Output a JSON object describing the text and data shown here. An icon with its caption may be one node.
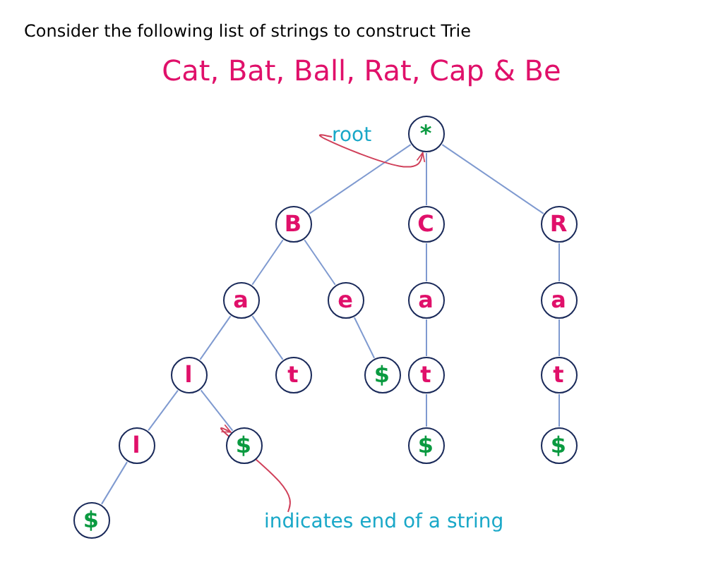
{
  "diagram": {
    "title": "Consider the following list of strings to construct Trie",
    "nodes": [
      {
        "text": [
          "*"
        ]
      },
      {
        "text": [
          "B"
        ]
      },
      {
        "text": [
          "C"
        ]
      },
      {
        "text": [
          "R"
        ]
      },
      {
        "text": [
          "a"
        ]
      },
      {
        "text": [
          "e"
        ]
      },
      {
        "text": [
          "a"
        ]
      },
      {
        "text": [
          "a"
        ]
      },
      {
        "text": [
          "l"
        ]
      },
      {
        "text": [
          "t"
        ]
      },
      {
        "text": [
          "$"
        ]
      },
      {
        "text": [
          "t"
        ]
      },
      {
        "text": [
          "t"
        ]
      },
      {
        "text": [
          "l"
        ]
      },
      {
        "text": [
          "$"
        ]
      },
      {
        "text": [
          "$"
        ]
      },
      {
        "text": [
          "$"
        ]
      },
      {
        "text": [
          "$"
        ]
      },
      {
        "text": [
          "root"
        ]
      },
      {
        "text": [
          "indicates end of a string"
        ]
      }
    ],
    "edges": [
      {
        "from": 0,
        "to": 1,
        "arrow": "none"
      },
      {
        "from": 0,
        "to": 2,
        "arrow": "none"
      },
      {
        "from": 0,
        "to": 3,
        "arrow": "none"
      },
      {
        "from": 1,
        "to": 4,
        "arrow": "none"
      },
      {
        "from": 1,
        "to": 5,
        "arrow": "none"
      },
      {
        "from": 2,
        "to": 6,
        "arrow": "none"
      },
      {
        "from": 3,
        "to": 7,
        "arrow": "none"
      },
      {
        "from": 4,
        "to": 8,
        "arrow": "none"
      },
      {
        "from": 4,
        "to": 9,
        "arrow": "none"
      },
      {
        "from": 5,
        "to": 10,
        "arrow": "none"
      },
      {
        "from": 6,
        "to": 11,
        "arrow": "none"
      },
      {
        "from": 7,
        "to": 12,
        "arrow": "none"
      },
      {
        "from": 8,
        "to": 13,
        "arrow": "none"
      },
      {
        "from": 8,
        "to": 14,
        "arrow": "none"
      },
      {
        "from": 11,
        "to": 15,
        "arrow": "none"
      },
      {
        "from": 12,
        "to": 16,
        "arrow": "none"
      },
      {
        "from": 13,
        "to": 17,
        "arrow": "none"
      },
      {
        "from": 18,
        "to": 0,
        "arrow": "to",
        "color": "#d0405a"
      },
      {
        "from": 19,
        "to": 14,
        "arrow": "to",
        "color": "#d0405a"
      }
    ],
    "labels": [
      "Cat, Bat, Ball, Rat, Cap & Be"
    ]
  }
}
